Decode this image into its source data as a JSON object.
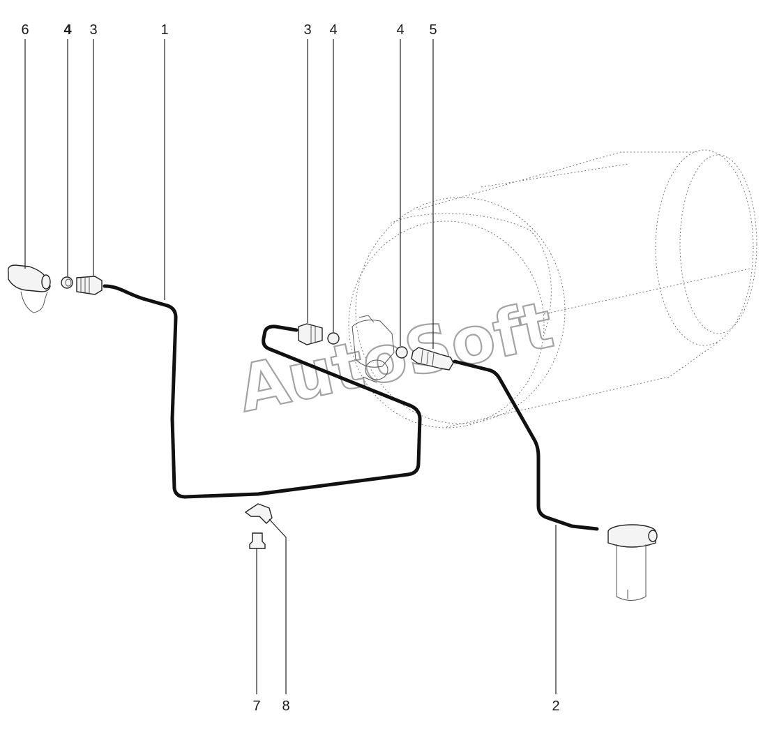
{
  "callouts": [
    {
      "id": "c6",
      "text": "6",
      "bold": false
    },
    {
      "id": "c4a",
      "text": "4",
      "bold": true
    },
    {
      "id": "c3a",
      "text": "3",
      "bold": false
    },
    {
      "id": "c1",
      "text": "1",
      "bold": false
    },
    {
      "id": "c3b",
      "text": "3",
      "bold": false
    },
    {
      "id": "c4b",
      "text": "4",
      "bold": false
    },
    {
      "id": "c4c",
      "text": "4",
      "bold": false
    },
    {
      "id": "c5",
      "text": "5",
      "bold": false
    },
    {
      "id": "c7",
      "text": "7",
      "bold": false
    },
    {
      "id": "c8",
      "text": "8",
      "bold": false
    },
    {
      "id": "c2",
      "text": "2",
      "bold": false
    }
  ],
  "watermark": "AutoSoft"
}
